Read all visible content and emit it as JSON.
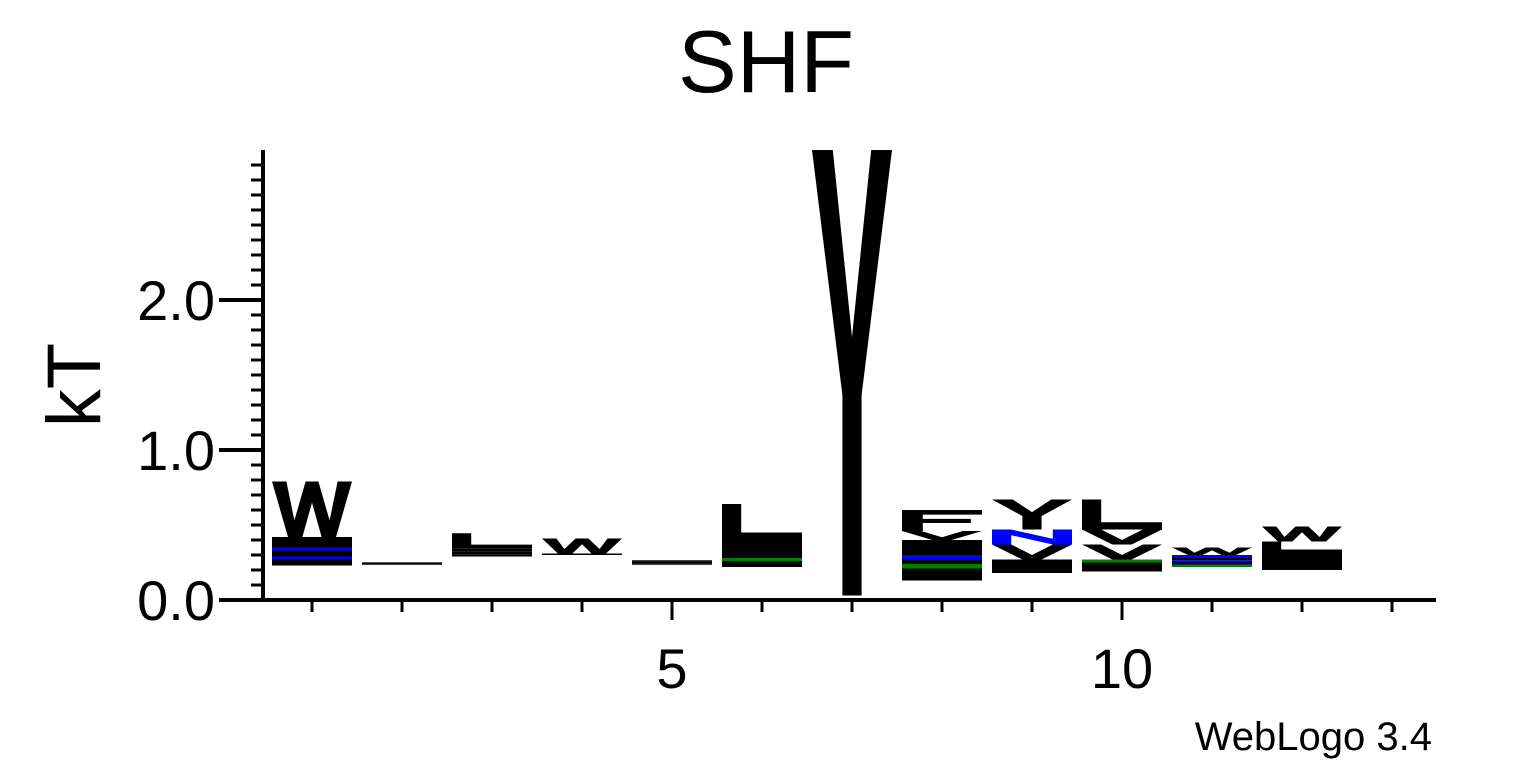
{
  "chart_data": {
    "type": "sequence_logo",
    "title": "SHF",
    "ylabel": "kT",
    "xlabel": "",
    "footer": "WebLogo 3.4",
    "ylim": [
      0,
      3.0
    ],
    "xlim": [
      1,
      13
    ],
    "yticks": [
      {
        "value": 0.0,
        "label": "0.0"
      },
      {
        "value": 1.0,
        "label": "1.0"
      },
      {
        "value": 2.0,
        "label": "2.0"
      }
    ],
    "xticks": [
      {
        "value": 5,
        "label": "5"
      },
      {
        "value": 10,
        "label": "10"
      }
    ],
    "colors": {
      "black": "#000000",
      "blue": "#0000ff",
      "green": "#008000"
    },
    "positions": [
      {
        "pos": 1,
        "base": 0.23,
        "stack": [
          {
            "l": "",
            "h": 0.02,
            "c": "black"
          },
          {
            "l": "",
            "h": 0.02,
            "c": "black"
          },
          {
            "l": "",
            "h": 0.02,
            "c": "blue"
          },
          {
            "l": "",
            "h": 0.02,
            "c": "black"
          },
          {
            "l": "",
            "h": 0.02,
            "c": "black"
          },
          {
            "l": "",
            "h": 0.02,
            "c": "blue"
          },
          {
            "l": "",
            "h": 0.02,
            "c": "black"
          },
          {
            "l": "",
            "h": 0.03,
            "c": "black"
          },
          {
            "l": "",
            "h": 0.02,
            "c": "black"
          },
          {
            "l": "W",
            "h": 0.37,
            "c": "black"
          }
        ]
      },
      {
        "pos": 2,
        "base": 0.235,
        "stack": [
          {
            "l": "",
            "h": 0.008,
            "c": "black"
          },
          {
            "l": "",
            "h": 0.006,
            "c": "black"
          }
        ]
      },
      {
        "pos": 3,
        "base": 0.29,
        "stack": [
          {
            "l": "",
            "h": 0.015,
            "c": "black"
          },
          {
            "l": "",
            "h": 0.02,
            "c": "black"
          },
          {
            "l": "",
            "h": 0.02,
            "c": "black"
          },
          {
            "l": "L",
            "h": 0.1,
            "c": "black"
          }
        ]
      },
      {
        "pos": 4,
        "base": 0.3,
        "stack": [
          {
            "l": "",
            "h": 0.01,
            "c": "black"
          },
          {
            "l": "W",
            "h": 0.1,
            "c": "black"
          }
        ]
      },
      {
        "pos": 5,
        "base": 0.235,
        "stack": [
          {
            "l": "",
            "h": 0.01,
            "c": "black"
          },
          {
            "l": "",
            "h": 0.01,
            "c": "black"
          },
          {
            "l": "",
            "h": 0.01,
            "c": "black"
          }
        ]
      },
      {
        "pos": 6,
        "base": 0.22,
        "stack": [
          {
            "l": "",
            "h": 0.02,
            "c": "black"
          },
          {
            "l": "",
            "h": 0.02,
            "c": "black"
          },
          {
            "l": "",
            "h": 0.02,
            "c": "green"
          },
          {
            "l": "",
            "h": 0.03,
            "c": "black"
          },
          {
            "l": "",
            "h": 0.03,
            "c": "black"
          },
          {
            "l": "",
            "h": 0.05,
            "c": "black"
          },
          {
            "l": "L",
            "h": 0.25,
            "c": "black"
          }
        ]
      },
      {
        "pos": 7,
        "base": 0.03,
        "stack": [
          {
            "l": "Y",
            "h": 2.97,
            "c": "black"
          }
        ]
      },
      {
        "pos": 8,
        "base": 0.13,
        "stack": [
          {
            "l": "",
            "h": 0.02,
            "c": "black"
          },
          {
            "l": "",
            "h": 0.03,
            "c": "black"
          },
          {
            "l": "",
            "h": 0.03,
            "c": "black"
          },
          {
            "l": "",
            "h": 0.03,
            "c": "green"
          },
          {
            "l": "",
            "h": 0.03,
            "c": "black"
          },
          {
            "l": "",
            "h": 0.03,
            "c": "blue"
          },
          {
            "l": "",
            "h": 0.03,
            "c": "black"
          },
          {
            "l": "",
            "h": 0.03,
            "c": "black"
          },
          {
            "l": "",
            "h": 0.04,
            "c": "black"
          },
          {
            "l": "V",
            "h": 0.06,
            "c": "black"
          },
          {
            "l": "F",
            "h": 0.14,
            "c": "black"
          }
        ]
      },
      {
        "pos": 9,
        "base": 0.18,
        "stack": [
          {
            "l": "",
            "h": 0.02,
            "c": "black"
          },
          {
            "l": "",
            "h": 0.02,
            "c": "black"
          },
          {
            "l": "",
            "h": 0.02,
            "c": "black"
          },
          {
            "l": "",
            "h": 0.03,
            "c": "black"
          },
          {
            "l": "V",
            "h": 0.1,
            "c": "black"
          },
          {
            "l": "N",
            "h": 0.1,
            "c": "blue"
          },
          {
            "l": "Y",
            "h": 0.2,
            "c": "black"
          }
        ]
      },
      {
        "pos": 10,
        "base": 0.19,
        "stack": [
          {
            "l": "",
            "h": 0.02,
            "c": "black"
          },
          {
            "l": "",
            "h": 0.02,
            "c": "black"
          },
          {
            "l": "",
            "h": 0.02,
            "c": "black"
          },
          {
            "l": "",
            "h": 0.02,
            "c": "green"
          },
          {
            "l": "V",
            "h": 0.1,
            "c": "black"
          },
          {
            "l": "V",
            "h": 0.1,
            "c": "black"
          },
          {
            "l": "L",
            "h": 0.2,
            "c": "black"
          }
        ]
      },
      {
        "pos": 11,
        "base": 0.22,
        "stack": [
          {
            "l": "",
            "h": 0.015,
            "c": "green"
          },
          {
            "l": "",
            "h": 0.015,
            "c": "black"
          },
          {
            "l": "",
            "h": 0.015,
            "c": "blue"
          },
          {
            "l": "",
            "h": 0.015,
            "c": "black"
          },
          {
            "l": "",
            "h": 0.02,
            "c": "blue"
          },
          {
            "l": "W",
            "h": 0.05,
            "c": "black"
          }
        ]
      },
      {
        "pos": 12,
        "base": 0.2,
        "stack": [
          {
            "l": "",
            "h": 0.02,
            "c": "black"
          },
          {
            "l": "",
            "h": 0.02,
            "c": "black"
          },
          {
            "l": "",
            "h": 0.02,
            "c": "black"
          },
          {
            "l": "",
            "h": 0.03,
            "c": "black"
          },
          {
            "l": "",
            "h": 0.03,
            "c": "black"
          },
          {
            "l": "L",
            "h": 0.07,
            "c": "black"
          },
          {
            "l": "W",
            "h": 0.1,
            "c": "black"
          }
        ]
      }
    ]
  }
}
